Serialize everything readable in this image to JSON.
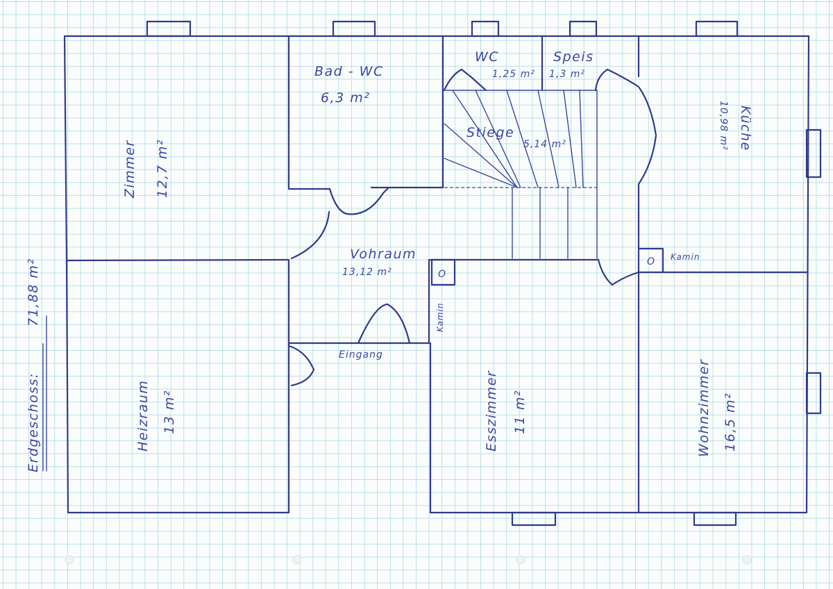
{
  "floor": {
    "title": "Erdgeschoss:",
    "area": "71,88 m²"
  },
  "rooms": {
    "zimmer": {
      "name": "Zimmer",
      "area": "12,7 m²"
    },
    "bad_wc": {
      "name": "Bad - WC",
      "area": "6,3 m²"
    },
    "wc": {
      "name": "WC",
      "area": "1,25 m²"
    },
    "speis": {
      "name": "Speis",
      "area": "1,3 m²"
    },
    "kueche": {
      "name": "Küche",
      "area": "10,98 m²"
    },
    "stiege": {
      "name": "Stiege",
      "area": "5,14 m²"
    },
    "vohraum": {
      "name": "Vohraum",
      "area": "13,12 m²"
    },
    "heizraum": {
      "name": "Heizraum",
      "area": "13 m²"
    },
    "esszimmer": {
      "name": "Esszimmer",
      "area": "11 m²"
    },
    "wohnzimmer": {
      "name": "Wohnzimmer",
      "area": "16,5 m²"
    }
  },
  "labels": {
    "eingang": "Eingang",
    "kamin_left": "Kamin",
    "kamin_right": "Kamin",
    "kamin_symbol": "O"
  }
}
